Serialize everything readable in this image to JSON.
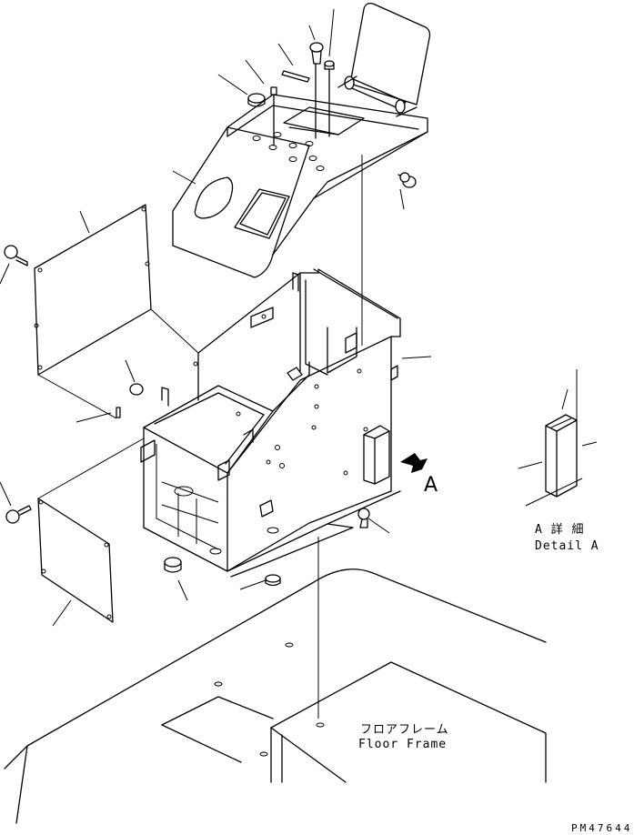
{
  "labels": {
    "view_arrow": "A",
    "detail_jp": "A  詳 細",
    "detail_en": "Detail A",
    "floor_frame_jp": "フロアフレーム",
    "floor_frame_en": "Floor Frame",
    "drawing_code": "PM47644"
  }
}
